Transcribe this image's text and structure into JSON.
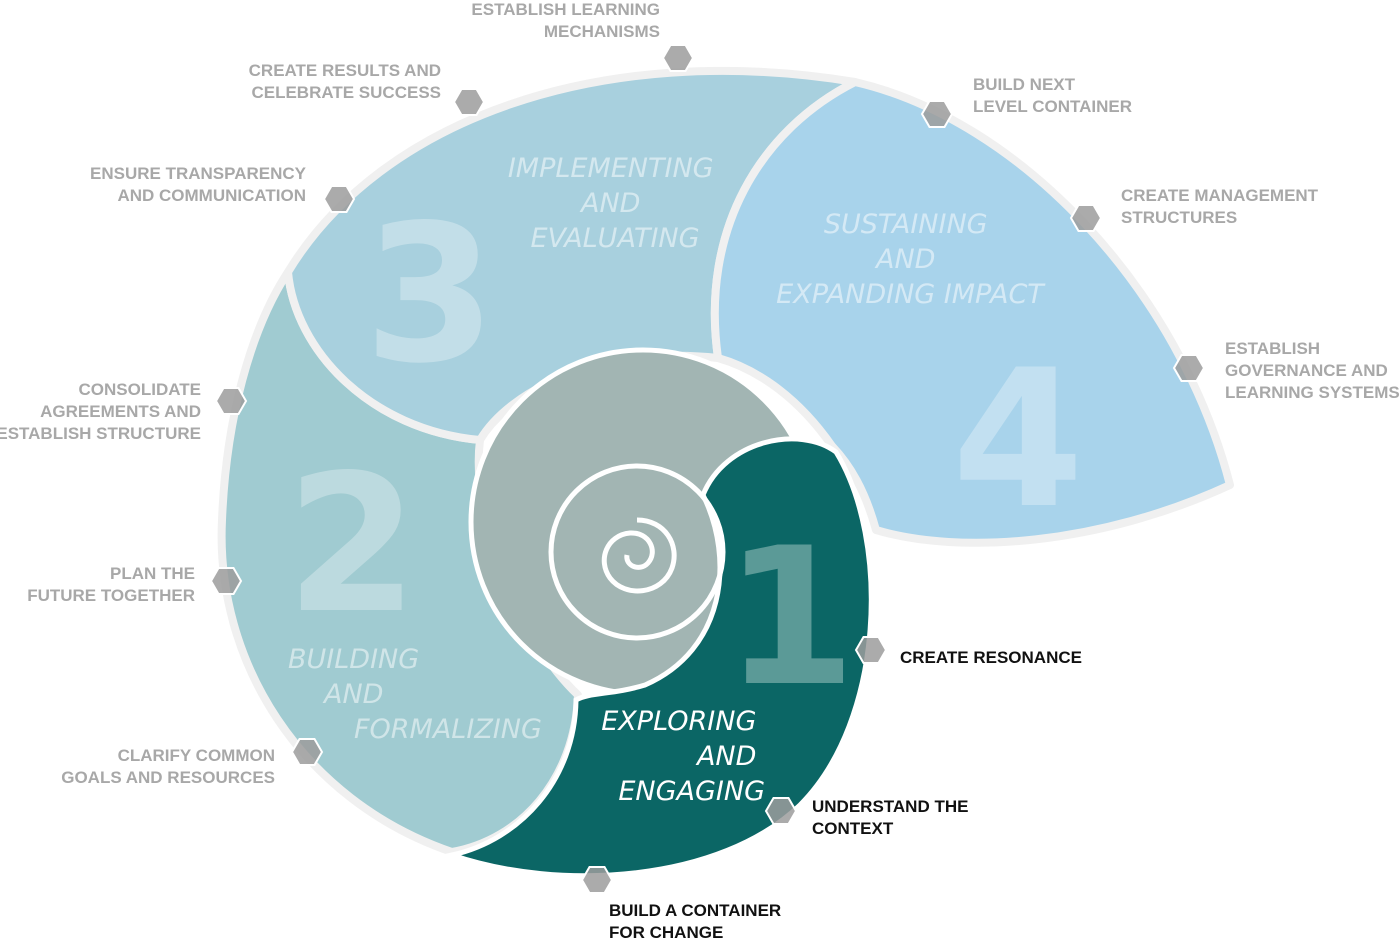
{
  "colors": {
    "phase1": "#0b6665",
    "phase2": "#a0cbd1",
    "phase3": "#a8d0de",
    "phase4": "#a8d3eb",
    "core": "#a2b5b3",
    "hexagon": "#9c9c9c",
    "label_muted": "#a8a8a8",
    "label_active": "#111111"
  },
  "phases": [
    {
      "number": "1",
      "title": [
        "EXPLORING",
        "AND",
        "ENGAGING"
      ],
      "steps": [
        [
          "CREATE RESONANCE"
        ],
        [
          "UNDERSTAND THE",
          "CONTEXT"
        ],
        [
          "BUILD A CONTAINER",
          "FOR CHANGE"
        ]
      ]
    },
    {
      "number": "2",
      "title": [
        "BUILDING",
        "AND",
        "FORMALIZING"
      ],
      "steps": [
        [
          "CLARIFY COMMON",
          "GOALS AND RESOURCES"
        ],
        [
          "PLAN THE",
          "FUTURE TOGETHER"
        ],
        [
          "CONSOLIDATE",
          "AGREEMENTS AND",
          "ESTABLISH STRUCTURE"
        ]
      ]
    },
    {
      "number": "3",
      "title": [
        "IMPLEMENTING",
        "AND",
        "EVALUATING"
      ],
      "steps": [
        [
          "ENSURE TRANSPARENCY",
          "AND COMMUNICATION"
        ],
        [
          "CREATE RESULTS AND",
          "CELEBRATE SUCCESS"
        ],
        [
          "ESTABLISH LEARNING",
          "MECHANISMS"
        ]
      ]
    },
    {
      "number": "4",
      "title": [
        "SUSTAINING",
        "AND",
        "EXPANDING IMPACT"
      ],
      "steps": [
        [
          "BUILD NEXT",
          "LEVEL CONTAINER"
        ],
        [
          "CREATE MANAGEMENT",
          "STRUCTURES"
        ],
        [
          "ESTABLISH",
          "GOVERNANCE AND",
          "LEARNING SYSTEMS"
        ]
      ]
    }
  ]
}
